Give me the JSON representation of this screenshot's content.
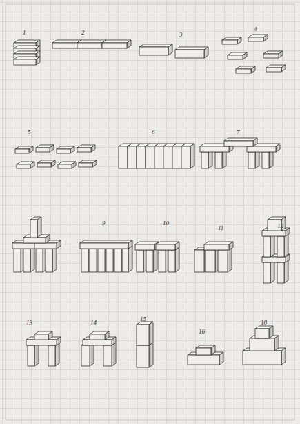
{
  "diagram": {
    "labels": [
      "1",
      "2",
      "3",
      "4",
      "5",
      "6",
      "7",
      "9",
      "10",
      "11",
      "12",
      "13",
      "14",
      "15",
      "16",
      "18"
    ]
  }
}
